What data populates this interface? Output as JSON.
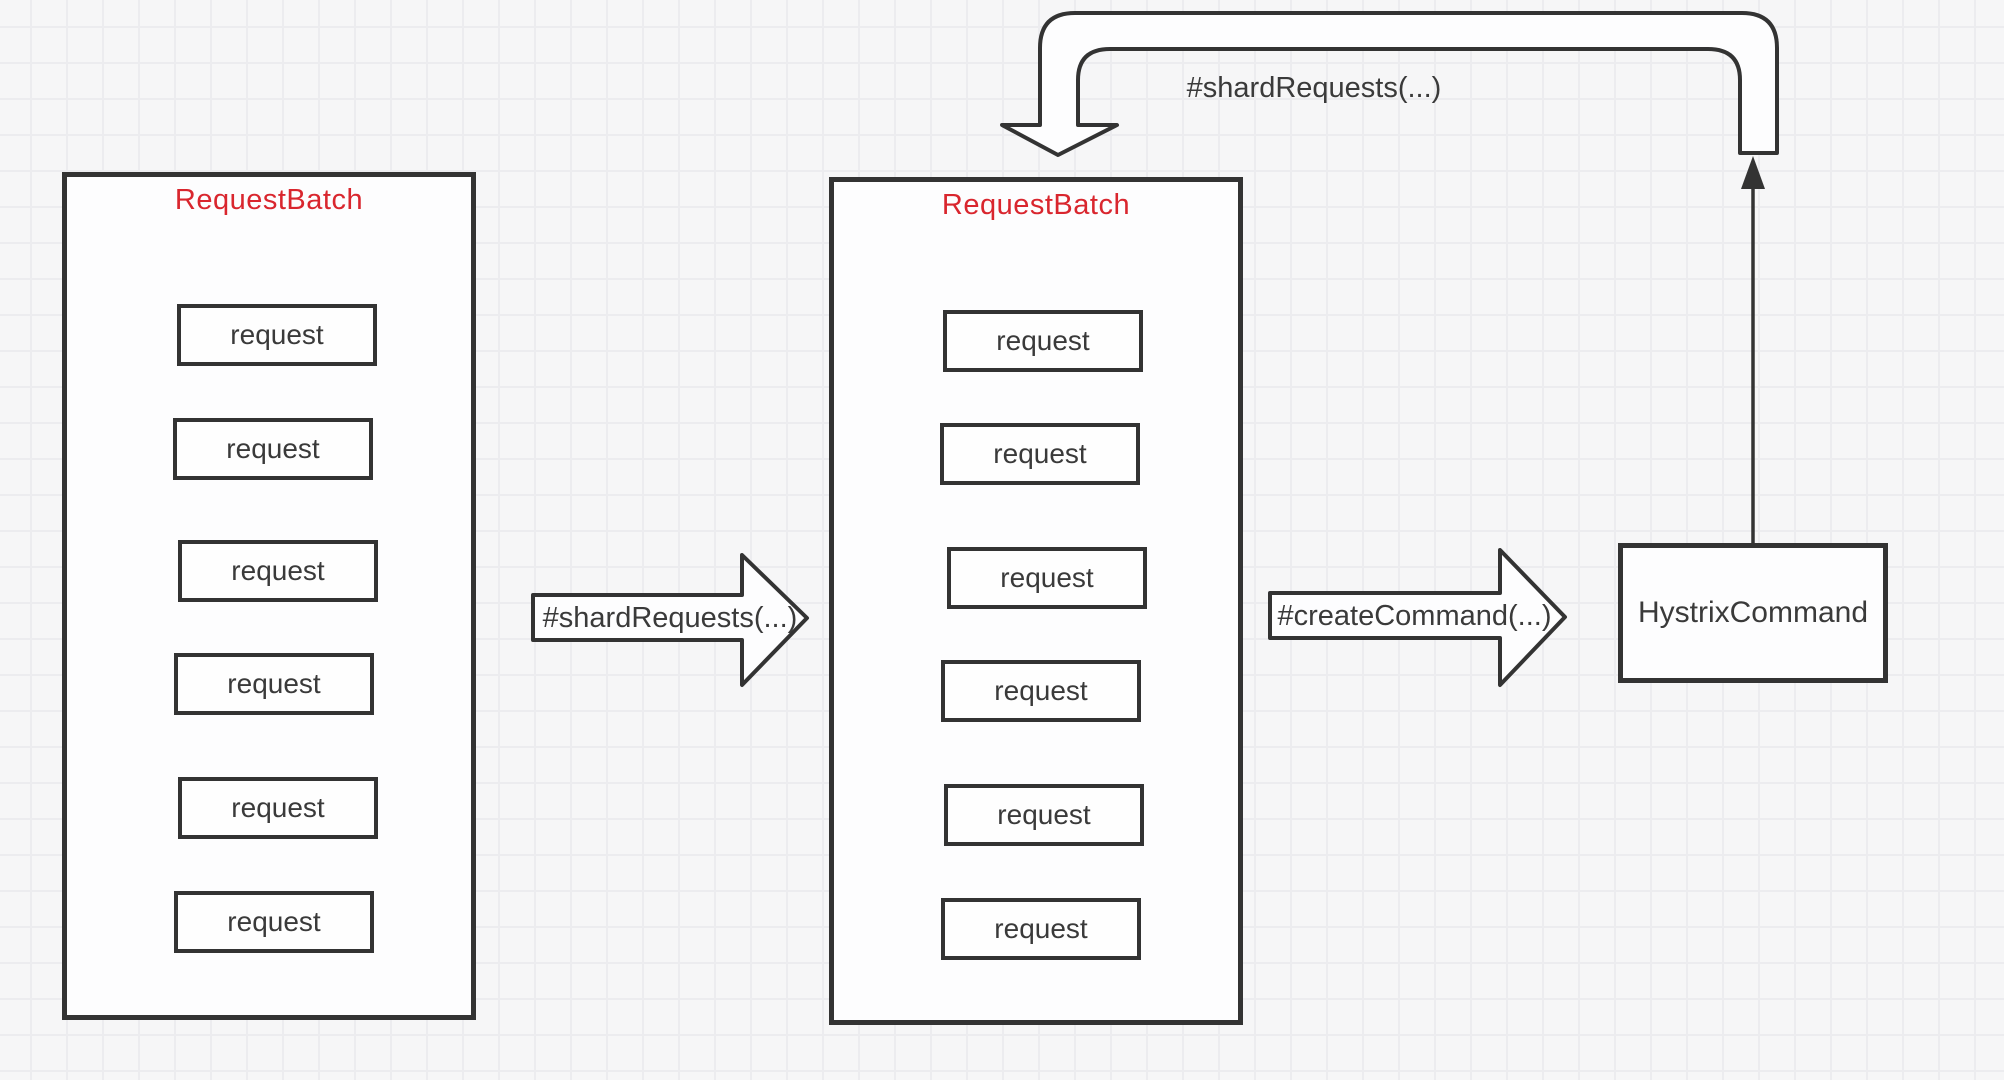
{
  "diagram": {
    "left_batch": {
      "title": "RequestBatch",
      "requests": [
        "request",
        "request",
        "request",
        "request",
        "request",
        "request"
      ]
    },
    "middle_batch": {
      "title": "RequestBatch",
      "requests": [
        "request",
        "request",
        "request",
        "request",
        "request",
        "request"
      ]
    },
    "hystrix_box": {
      "label": "HystrixCommand"
    },
    "arrow_shard": {
      "label": "#shardRequests(...)"
    },
    "arrow_create": {
      "label": "#createCommand(...)"
    },
    "loop_arrow": {
      "label": "#shardRequests(...)"
    }
  },
  "colors": {
    "accent_red": "#d9262e",
    "line_dark": "#333333",
    "text_dark": "#3a3a3a",
    "shape_fill": "#fdfdfe",
    "grid_line": "#ececef",
    "background": "#f6f6f7"
  }
}
